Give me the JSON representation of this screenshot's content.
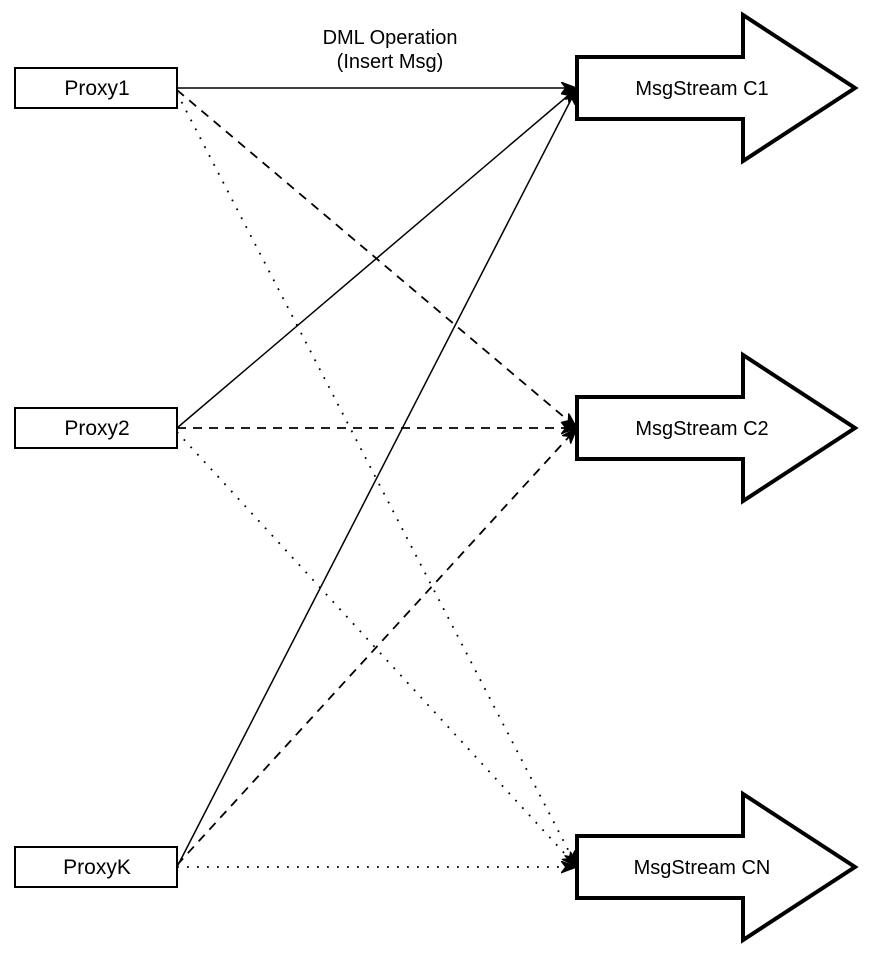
{
  "annotation": {
    "line1": "DML Operation",
    "line2": "(Insert Msg)"
  },
  "proxies": [
    {
      "id": "proxy1",
      "label": "Proxy1"
    },
    {
      "id": "proxy2",
      "label": "Proxy2"
    },
    {
      "id": "proxyk",
      "label": "ProxyK"
    }
  ],
  "streams": [
    {
      "id": "c1",
      "label": "MsgStream C1"
    },
    {
      "id": "c2",
      "label": "MsgStream C2"
    },
    {
      "id": "cn",
      "label": "MsgStream CN"
    }
  ],
  "connections": [
    {
      "from": "Proxy1",
      "to": "MsgStream C1",
      "style": "solid"
    },
    {
      "from": "Proxy2",
      "to": "MsgStream C1",
      "style": "solid"
    },
    {
      "from": "ProxyK",
      "to": "MsgStream C1",
      "style": "solid"
    },
    {
      "from": "Proxy1",
      "to": "MsgStream C2",
      "style": "dashed"
    },
    {
      "from": "Proxy2",
      "to": "MsgStream C2",
      "style": "dashed"
    },
    {
      "from": "ProxyK",
      "to": "MsgStream C2",
      "style": "dashed"
    },
    {
      "from": "Proxy1",
      "to": "MsgStream CN",
      "style": "dotted"
    },
    {
      "from": "Proxy2",
      "to": "MsgStream CN",
      "style": "dotted"
    },
    {
      "from": "ProxyK",
      "to": "MsgStream CN",
      "style": "dotted"
    }
  ],
  "colors": {
    "line": "#000000",
    "shape_fill": "#ffffff",
    "text": "#000000",
    "background": "#ffffff"
  }
}
